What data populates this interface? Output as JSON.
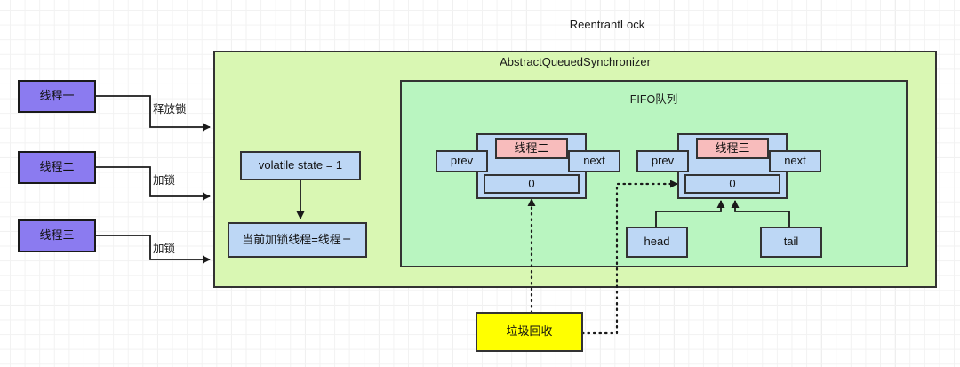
{
  "diagram": {
    "title": "ReentrantLock",
    "containers": {
      "aqs": {
        "title": "AbstractQueuedSynchronizer"
      },
      "fifo": {
        "title": "FIFO队列"
      }
    },
    "threads": [
      {
        "label": "线程一",
        "edge_label": "释放锁"
      },
      {
        "label": "线程二",
        "edge_label": "加锁"
      },
      {
        "label": "线程三",
        "edge_label": "加锁"
      }
    ],
    "state_boxes": [
      {
        "label": "volatile state = 1"
      },
      {
        "label": "当前加锁线程=线程三"
      }
    ],
    "queue_nodes": [
      {
        "prev_label": "prev",
        "next_label": "next",
        "thread_label": "线程二",
        "wait_status": "0"
      },
      {
        "prev_label": "prev",
        "next_label": "next",
        "thread_label": "线程三",
        "wait_status": "0"
      }
    ],
    "pointers": [
      {
        "label": "head"
      },
      {
        "label": "tail"
      }
    ],
    "gc": {
      "label": "垃圾回收"
    },
    "colors": {
      "aqs_fill": "#d9f7b3",
      "fifo_fill": "#b9f5c0",
      "thread_fill": "#8b7bf0",
      "blue_fill": "#bdd7f5",
      "node_thread_fill": "#f8bcbc",
      "gc_fill": "#ffff00",
      "stroke": "#333333"
    }
  }
}
